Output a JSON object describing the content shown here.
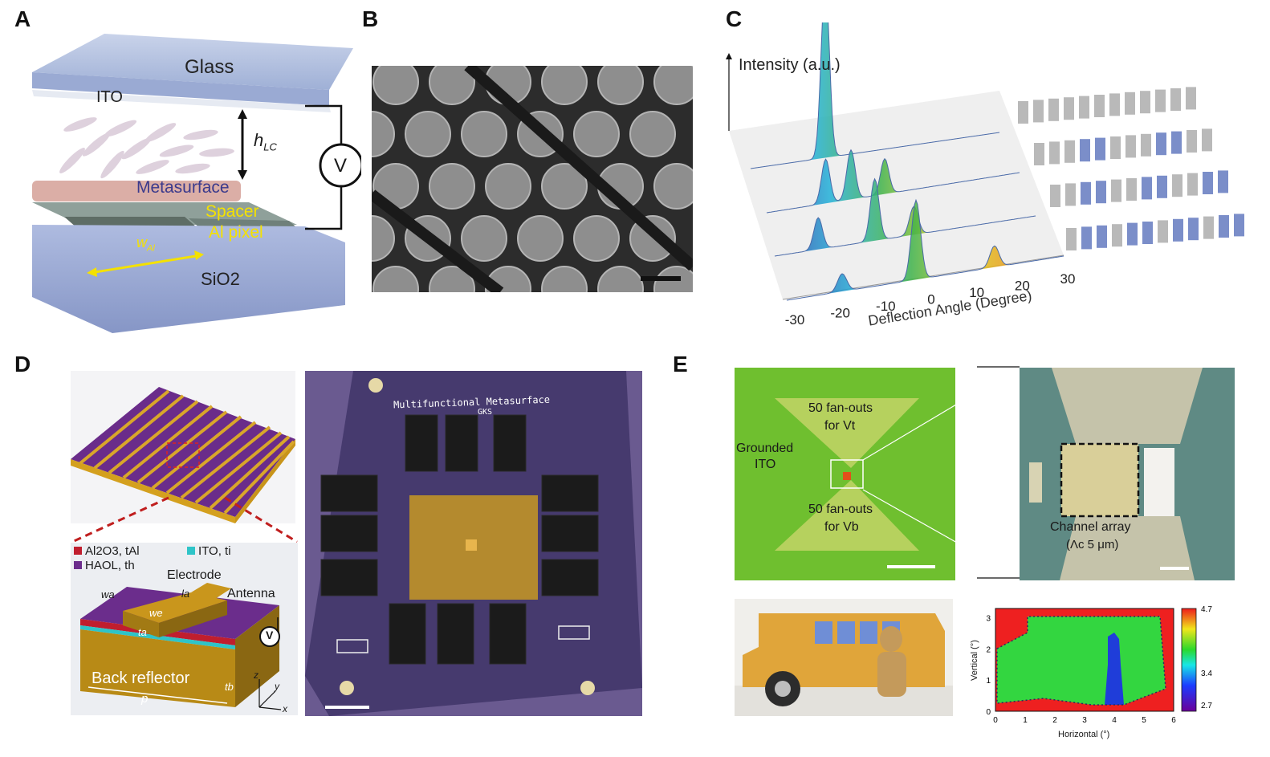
{
  "panels": {
    "a": {
      "letter": "A",
      "layers": {
        "glass": "Glass",
        "ito": "ITO",
        "hlc_main": "h",
        "hlc_sub": "LC",
        "voltage": "V",
        "metasurface": "Metasurface",
        "spacer": "Spacer",
        "al_pixel": "Al pixel",
        "wal_main": "w",
        "wal_sub": "Al",
        "sio2": "SiO2"
      }
    },
    "b": {
      "letter": "B"
    },
    "c": {
      "letter": "C",
      "chart_data": {
        "type": "line",
        "ylabel": "Intensity (a.u.)",
        "xlabel": "Deflection Angle (Degree)",
        "x_ticks": [
          "-30",
          "-20",
          "-10",
          "0",
          "10",
          "20",
          "30"
        ],
        "xlim": [
          -30,
          30
        ],
        "series": [
          {
            "peaks": [
              {
                "x": -12,
                "height": 1.0
              }
            ]
          },
          {
            "peaks": [
              {
                "x": -16,
                "height": 0.25
              },
              {
                "x": -10,
                "height": 0.28
              },
              {
                "x": -2,
                "height": 0.2
              }
            ]
          },
          {
            "peaks": [
              {
                "x": -20,
                "height": 0.18
              },
              {
                "x": -7,
                "height": 0.35
              },
              {
                "x": 2,
                "height": 0.16
              }
            ]
          },
          {
            "peaks": [
              {
                "x": -18,
                "height": 0.1
              },
              {
                "x": -2,
                "height": 0.45
              },
              {
                "x": 15,
                "height": 0.12
              }
            ]
          }
        ]
      },
      "patterns": [
        [
          0,
          0,
          0,
          0,
          0,
          0,
          0,
          0,
          0,
          0,
          0,
          0
        ],
        [
          0,
          0,
          0,
          1,
          1,
          0,
          0,
          0,
          1,
          1,
          0,
          0
        ],
        [
          0,
          0,
          1,
          1,
          0,
          0,
          1,
          1,
          0,
          0,
          1,
          1
        ],
        [
          0,
          1,
          1,
          0,
          1,
          1,
          0,
          1,
          1,
          0,
          1,
          1
        ]
      ],
      "colors": {
        "on": "#7b8ec9",
        "off": "#b9b9b9"
      }
    },
    "d": {
      "letter": "D",
      "legend": {
        "al2o3": "Al2O3, tAl",
        "ito": "ITO, ti",
        "haol": "HAOL, th"
      },
      "labels": {
        "electrode": "Electrode",
        "antenna": "Antenna",
        "back_reflector": "Back reflector",
        "wa": "wa",
        "la": "la",
        "we": "we",
        "ta": "ta",
        "tb": "tb",
        "p": "p",
        "voltage": "V",
        "axis_z": "z",
        "axis_y": "y",
        "axis_x": "x"
      },
      "board_title": "Multifunctional Metasurface",
      "board_sub": "GKS"
    },
    "e": {
      "letter": "E",
      "fanout_top": "50 fan-outs",
      "fanout_top_for": "for Vt",
      "grounded": "Grounded",
      "ito": "ITO",
      "fanout_bottom": "50 fan-outs",
      "fanout_bottom_for": "for Vb",
      "channel": "Channel array",
      "channel_period": "(Λc 5 μm)",
      "heatmap": {
        "type": "heatmap",
        "ylabel": "Vertical (°)",
        "xlabel": "Horizontal (°)",
        "x_ticks": [
          "0",
          "1",
          "2",
          "3",
          "4",
          "5",
          "6"
        ],
        "y_ticks": [
          "0",
          "1",
          "2",
          "3"
        ],
        "colorbar_ticks": [
          "4.7",
          "3.4",
          "2.7"
        ],
        "xlim": [
          0,
          6
        ],
        "ylim": [
          0,
          3.3
        ]
      }
    }
  }
}
